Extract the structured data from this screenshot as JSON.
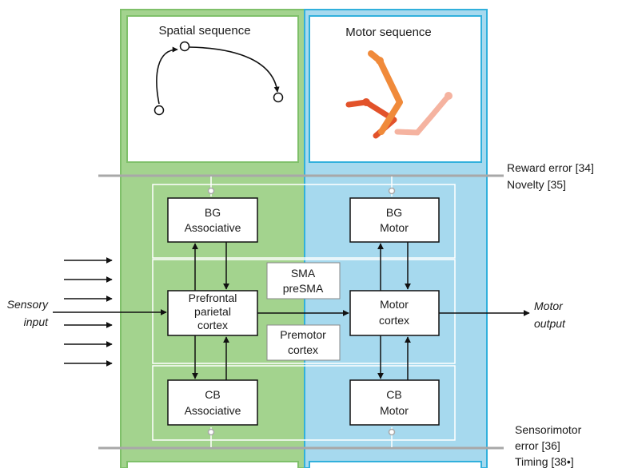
{
  "colors": {
    "associative_band": "#a3d38e",
    "associative_border": "#7fc06a",
    "motor_band": "#a6d9ee",
    "motor_border": "#31b0dc",
    "hline": "#a8a8a8",
    "arm_dark": "#e2522a",
    "arm_mid": "#f08a3a",
    "arm_light": "#f5b3a0"
  },
  "panels": {
    "spatial_title": "Spatial sequence",
    "motor_title": "Motor sequence"
  },
  "boxes": {
    "bg_associative": [
      "BG",
      "Associative"
    ],
    "bg_motor": [
      "BG",
      "Motor"
    ],
    "sma": [
      "SMA",
      "preSMA"
    ],
    "prefrontal": [
      "Prefrontal",
      "parietal",
      "cortex"
    ],
    "motor_cortex": [
      "Motor",
      "cortex"
    ],
    "premotor": [
      "Premotor",
      "cortex"
    ],
    "cb_associative": [
      "CB",
      "Associative"
    ],
    "cb_motor": [
      "CB",
      "Motor"
    ]
  },
  "side_labels": {
    "sensory_input": [
      "Sensory",
      "input"
    ],
    "motor_output": [
      "Motor",
      "output"
    ],
    "reward": [
      "Reward error [34]",
      "Novelty [35]"
    ],
    "sensorimotor": [
      "Sensorimotor",
      "error [36]",
      "Timing [38•]"
    ]
  }
}
